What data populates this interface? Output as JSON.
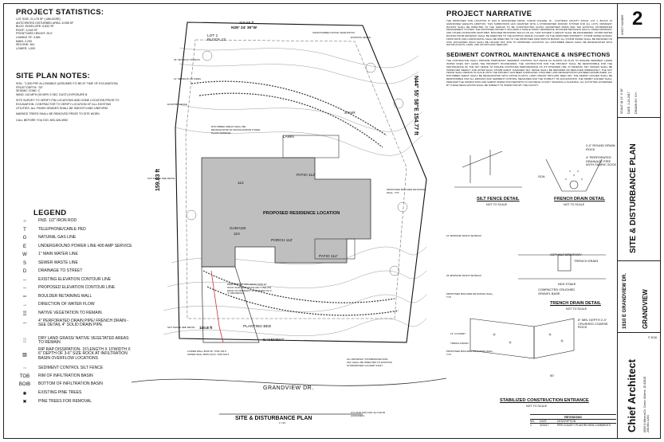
{
  "project_statistics": {
    "title": "PROJECT STATISTICS:",
    "lines": [
      "LOT SIZE: 21,178 SF (.486 ACRE)",
      "ANTICIPATED DISTURBED AREA: 8,998 SF",
      "BLDG. ENVELOPE: 6,832 SF",
      "ROOF: 3,418 SF",
      "FRONTYARD HEIGHT: 25.0'",
      "LIVABLE SF: 3,561",
      "MAIN: 2,200",
      "SECOND: 361",
      "LOWER: 1,000"
    ]
  },
  "site_plan_notes": {
    "title": "SITE PLAN NOTES:",
    "lines": [
      "SOIL: \"1,500 PSF ALLOWABLE (ASSUMED TO BE AT TIME OF EXCAVATION)",
      "FROST DEPTH: \"30\"",
      "SEISMIC ZONE: C",
      "WIND: 115 MPH (90 MPH 3 SEC GUST) EXPOSURE B",
      "SITE SURVEY TO VERIFY PIN LOCATIONS AND HOME LOCATION PRIOR TO EXCAVATION. CONTRACTOR TO VERIFY LOCATION OF ALL EXISTING UTILITIES. ALL FINISH GRADES SHALL BE SMOOTH AND UNIFORM.",
      "MARKED TREES SHALL BE REMOVED PRIOR TO SITE WORK.",
      "CALL BEFORE YOU DIG: 800.428.4950"
    ]
  },
  "legend": {
    "title": "LEGEND",
    "items": [
      {
        "sym": "○",
        "label": "FND. 1/2\" IRON ROD"
      },
      {
        "sym": "T",
        "label": "TELEPHONE/CABLE PED"
      },
      {
        "sym": "G",
        "label": "NATURAL GAS LINE"
      },
      {
        "sym": "E",
        "label": "UNDERGROUND POWER LINE 400 AMP SERVICE"
      },
      {
        "sym": "W",
        "label": "1\" MAIN WATER LINE"
      },
      {
        "sym": "S",
        "label": "SEWER WASTE LINE"
      },
      {
        "sym": "D",
        "label": "DRAINAGE TO STREET"
      },
      {
        "sym": "--",
        "label": "EXISTING ELEVATION CONTOUR LINE"
      },
      {
        "sym": "--",
        "label": "PROPOSED ELEVATION CONTOUR LINE"
      },
      {
        "sym": "═",
        "label": "BOULDER RETAINING WALL"
      },
      {
        "sym": "→",
        "label": "DIRECTION OF WATER FLOW"
      },
      {
        "sym": "▒",
        "label": "NATIVE VEGETATION TO REMAIN"
      },
      {
        "sym": "─",
        "label": "4\" PERFORATED DRAIN PIPE/ FRENCH DRAIN - SEE DETAIL 4\" SOLID DRAIN PIPE"
      },
      {
        "sym": "░",
        "label": "DRY LAND GRASS/ NATIVE VEGETATED AREAS TO REMAIN"
      },
      {
        "sym": "▨",
        "label": "RIP RAP DISSIPATION- 15'LENGTH X 10'WIDTH X 6\" DEPTH OF 3-6\" SIZE ROCK AT INFILTRATION BASIN OVERFLOW LOCATIONS"
      },
      {
        "sym": "┄",
        "label": "SEDIMENT CONTROL SILT FENCE"
      },
      {
        "sym": "TOB",
        "label": "RIM OF INFILTRATION BASIN"
      },
      {
        "sym": "BOIB",
        "label": "BOTTOM OF INFILTRATION BASIN"
      },
      {
        "sym": "✺",
        "label": "EXISTING PINE TREES"
      },
      {
        "sym": "✖",
        "label": "PINE TREES FOR REMOVAL"
      }
    ]
  },
  "narrative": {
    "title": "PROJECT NARRATIVE",
    "body": "THE PROPOSED SITE LOCATION IS 1910 E GRANDVIEW DRIVE, COEUR D'ALENE, ID - KOOTENAI COUNTY, IDAHO. LOT 1, BLOCK 13 GRANDVIEW HEIGHTS ADDITION. THIS SUBDIVISION HAS GRANTED WITH A STORMWATER RUNOFF SYSTEM FOR ALL LOTS. DRIVEWAY RUNOFF SHALL BE DIRECTED TO THE SWALES TO BE CONSTRUCTED ALONG GRANDVIEW DRIVE PER THE EXISTING STORMWATER MANAGEMENT SYSTEM. THE PROPOSED PROJECT INCLUDES A SINGLE FAMILY RESIDENCE, BOULDER RETAINING WALLS, PAVED DRIVEWAY AND OTHER LANDSCAPE FEATURES. BOULDER RETAINING WALLS ON ALL THAT EXCEED 4' HEIGHT SHALL BE ENGINEERED. STORM WATER RUNOFF FROM DRIVEWAY SHALL BE DIRECTED TO THE EXISTING SWALE/ CULVERT ON THE PROPOSED PROPERTY. STORM WATER RUNOFF FROM ROOF AND LANDSCAPING SHALL BE DIRECTED TO THE PROPOSED INFILTRATION BASINS. ALL STORM WATER SHALL BE RETAINED ON SITE. EXCAVATED SOILS SHALL BE HAULED OFF SITE TO APPROVED LOCATION. ALL DISTURBED AREAS SHALL BE REVEGETATED WITH NATIVE PLANTS, LAWN, AND OR DRYLAND SEED MIX.",
    "sediment_title": "SEDIMENT CONTROL MAINTENANCE & INSPECTIONS",
    "sediment_body": "THE CONTRACTOR SHALL PROVIDE TEMPORARY SEDIMENT CONTROL SILT FENCE AS SHOWN ON PLAN TO ENSURE SEDIMENT LADEN WATER DOES NOT LEAVE THE PROPERTY BOUNDARIES. THE CONTRACTOR FOR THE PROJECT SHALL BE RESPONSIBLE FOR THE MAINTENANCE OF THE SILT FENCE TO ASSURE CONTINUED PERFORMANCE OF ITS INTENDED USE. AT MINIMUM, SILT FENCES SHALL BE INSPECTED WEEKLY AND AFTER EACH STORM EVENT. DAMAGED SILT FENCE SHALL BE REPAIRED OR REPLACED IMMEDIATELY. THE SILT FENCE SHALL REMAIN IN PLACE UNTIL THE PROJECT HAS BEEN COMPLETED, FINALIZED, AND REVEGETATION HAS BEEN ESTABLISHED. ALL DISTURBED AREAS SHALL BE REVEGETATED WITH NATIVE PLANTS, LAWN AND/OR DRYLAND SEED MIX. THE PERMIT HOLDER SHALL BE RESPONSIBLE FOR ALL EROSION AND SEDIMENT CONTROL MEASURES AND THE STABILITY OF EXCAVATIONS. THE PERMIT HOLDER SHALL PERFORM THE INSPECTIONS AND SUBMIT INSPECTION REPORTS TO KOOTENAI COUNTY BUILDING & PLANNING. ALL ACTIVITIES GOVERNED BY THESE REGULATIONS SHALL BE SUBJECT TO INSPECTION BY THE COUNTY."
  },
  "plan": {
    "title": "SITE & DISTURBANCE PLAN",
    "scale": "1\"=10'",
    "street": "GRANDVIEW DR.",
    "lot": "LOT 1\nBLOCK 13",
    "bearing_top": "N28° 24' 35\"W",
    "dim_top": "118.65 ft",
    "dim_left": "159.83 ft",
    "dim_right": "N44° 55' 58\"E 154.77 ft",
    "dim_bottom": "110.8 ft",
    "residence": "PROPOSED RESIDENCE LOCATION",
    "garage": "GARAGE",
    "garage_elev": "110",
    "house_elev": "112",
    "patio_top": "PATIO 112'",
    "patio_bottom": "PATIO 112'",
    "porch": "PORCH 112'",
    "disturbed_note": "DISTURBED AREAS SHALL BE REVEGETATED W/ GRASS AND/OR OTHER PLANT MATERIAL",
    "stair": "STAIR",
    "lawn": "LAWN",
    "planting_bed": "PLANTING BED",
    "easement": "EASEMENT",
    "labels": [
      "UNDISTURBED NATIVE VEGETATION",
      "EXISTING FENCE",
      "25' SETBACK ON BACK",
      "12' SETBACK ON SIDES",
      "EXISTING FENCE",
      "SILT FENCE SEE DETAIL",
      "SILT FENCE SEE DETAIL",
      "PROPOSED BOULDER RETAINING WALL, TYP.",
      "10' MINIMUM FRONT SETBACK",
      "25' MINIMUM FRONT SETBACK",
      "PERFORATED ADS DRAIN PIPE W/ SOCK SHALL BE INSTALLED 3' BELOW EDGE OF DRIVEWAY & COVERED W/ 2-4\" DRAINROCK",
      "PROPOSED BOULDER RETAINING WALL, TYP.",
      "12\" CULVERT",
      "TRENCH DRAIN",
      "LOWER WALL BOW 4ft, TOW 104.5 UPPER WALL BOW 104.5, TOW 106.5",
      "ALL DRIVEWAY STORMWATER RUN-OFF SHALL BE DIRECTED TO EXISTING STORMWATER CULVERT INLET",
      "PROPOSED BOULDER RETAINING WALL, TYP.",
      "CTL #100 SOD NAIL EL=100.00 (ASSUMED)"
    ]
  },
  "details": {
    "silt_fence": {
      "title": "SILT FENCE DETAIL",
      "nts": "NOT TO SCALE"
    },
    "french_drain": {
      "title": "FRENCH DRAIN DETAIL",
      "nts": "NOT TO SCALE",
      "labels": [
        "2-4\" ROUND DRAIN ROCK",
        "4\" PERFORATED DRAINAGE PIPE WITH FABRIC SOCK",
        "SOIL"
      ]
    },
    "trench_drain": {
      "title": "TRENCH DRAIN DETAIL",
      "nts": "NOT TO SCALE",
      "labels": [
        "ASPHALT DRIVEWAY",
        "TRENCH DRAIN",
        "NDS STAKE",
        "COMPACTED CRUSHED GRAVEL BASE"
      ]
    },
    "construction_entrance": {
      "title": "STABILIZED CONSTRUCTION ENTRANCE",
      "nts": "NOT TO SCALE",
      "labels": [
        "8\" MIN. DEPTH 2-4\" CRUSHED COARSE ROCK",
        "50'"
      ]
    }
  },
  "revisions": {
    "title": "REVISIONS",
    "header": [
      "NO.",
      "DATE",
      "DESCRIPTION"
    ],
    "rows": [
      [
        "1",
        "3/20/17",
        "PER COUNTY PLAN REVIEW COMMENTS"
      ]
    ]
  },
  "title_block": {
    "sheet_label": "SHEET NUMBER",
    "sheet_number": "2",
    "scale": "SCALE @ 24\" X 36\"",
    "date": "DATE: 3-20-2017",
    "drawn": "DRAWN BY: S.H.",
    "sheet_title": "SITE & DISTURBANCE PLAN",
    "address": "1910 E GRANDVIEW DR.",
    "project": "GRANDVIEW",
    "company": "Chief Architect",
    "company_address": "6500 N Mineral Dr. Coeur d'Alene, ID 83815 208.664.4204",
    "copyright": "© 2016"
  }
}
